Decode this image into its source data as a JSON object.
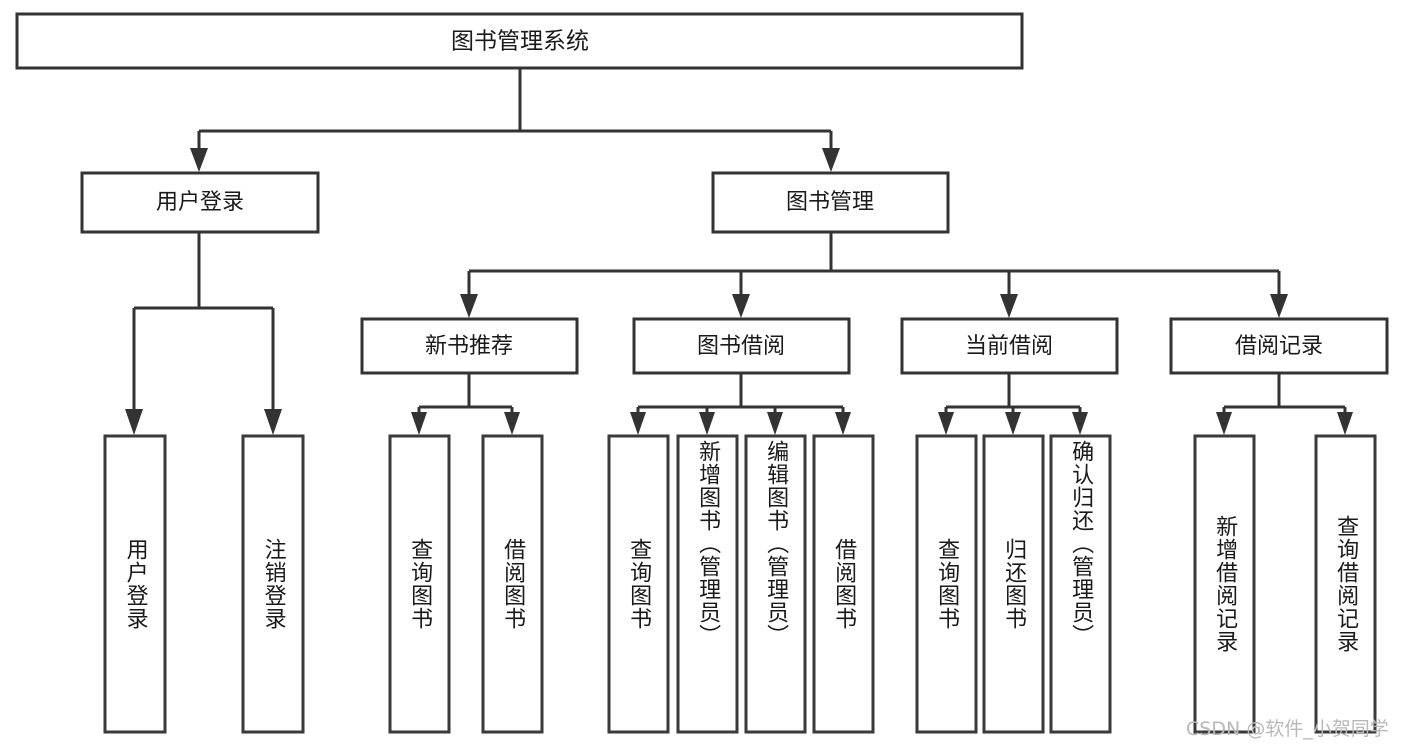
{
  "diagram": {
    "type": "tree-hierarchy-chart",
    "title": "图书管理系统",
    "watermark": "CSDN @软件_小贺同学",
    "colors": {
      "box_stroke": "#333333",
      "box_fill": "#ffffff",
      "connector": "#333333",
      "text": "#1a1a1a",
      "watermark": "#b9b9b9",
      "background": "#ffffff"
    },
    "root": {
      "label": "图书管理系统"
    },
    "level2": [
      {
        "label": "用户登录"
      },
      {
        "label": "图书管理"
      }
    ],
    "level3": [
      {
        "label": "新书推荐"
      },
      {
        "label": "图书借阅"
      },
      {
        "label": "当前借阅"
      },
      {
        "label": "借阅记录"
      }
    ],
    "leaves": {
      "user_login": [
        {
          "label": "用户登录"
        },
        {
          "label": "注销登录"
        }
      ],
      "new_book_recommend": [
        {
          "label": "查询图书"
        },
        {
          "label": "借阅图书"
        }
      ],
      "book_borrow": [
        {
          "label": "查询图书"
        },
        {
          "label": "新增图书（管理员）"
        },
        {
          "label": "编辑图书（管理员）"
        },
        {
          "label": "借阅图书"
        }
      ],
      "current_borrow": [
        {
          "label": "查询图书"
        },
        {
          "label": "归还图书"
        },
        {
          "label": "确认归还（管理员）"
        }
      ],
      "borrow_record": [
        {
          "label": "新增借阅记录"
        },
        {
          "label": "查询借阅记录"
        }
      ]
    }
  }
}
